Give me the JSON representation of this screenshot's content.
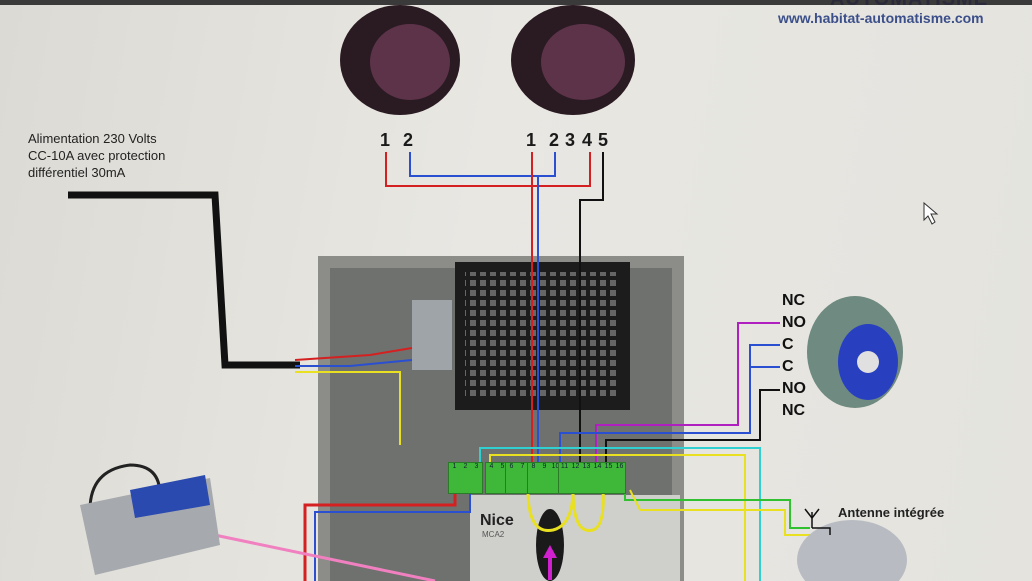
{
  "header": {
    "brand": "AUTOMATISME",
    "website": "www.habitat-automatisme.com"
  },
  "power_supply_note": [
    "Alimentation 230 Volts",
    "CC-10A avec protection",
    "différentiel 30mA"
  ],
  "photocell_tx_terminals": [
    "1",
    "2"
  ],
  "photocell_rx_terminals": [
    "1",
    "2",
    "3",
    "4",
    "5"
  ],
  "key_switch_contacts": [
    "NC",
    "NO",
    "C",
    "C",
    "NO",
    "NC"
  ],
  "antenna_label": "Antenne intégrée",
  "control_board": {
    "brand": "Nice",
    "model": "MCA2",
    "terminals": [
      "1",
      "2",
      "3",
      "4",
      "5",
      "6",
      "7",
      "8",
      "9",
      "10",
      "11",
      "12",
      "13",
      "14",
      "15",
      "16"
    ]
  },
  "colors": {
    "phase": "#d42020",
    "neutral": "#2a4fd0",
    "signal": "#111111",
    "stop": "#b020c0",
    "yellow": "#e8e020",
    "cyan": "#30d0d0",
    "green": "#30c030",
    "pink": "#f080c0"
  }
}
